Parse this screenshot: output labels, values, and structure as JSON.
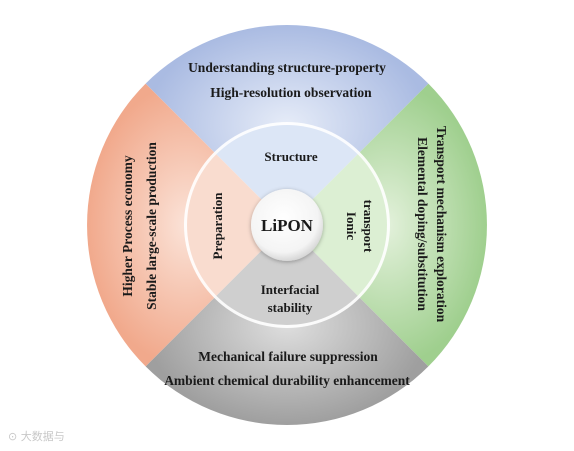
{
  "center": {
    "label": "LiPON"
  },
  "inner_ring": {
    "top": "Structure",
    "right": [
      "Ionic",
      "transport"
    ],
    "bottom": [
      "Interfacial",
      "stability"
    ],
    "left": "Preparation"
  },
  "outer_ring": {
    "top": [
      "Understanding structure-property",
      "High-resolution observation"
    ],
    "right": [
      "Elemental doping/substitution",
      "Transport mechanism exploration"
    ],
    "bottom": [
      "Mechanical failure suppression",
      "Ambient chemical durability enhancement"
    ],
    "left": [
      "Higher Process economy",
      "Stable large-scale production"
    ]
  },
  "colors": {
    "top": "#b3c3e6",
    "right": "#a9d59b",
    "bottom": "#a9a9a9",
    "left": "#f4b49b",
    "center": "#ffffff"
  },
  "watermark": "大数据与"
}
